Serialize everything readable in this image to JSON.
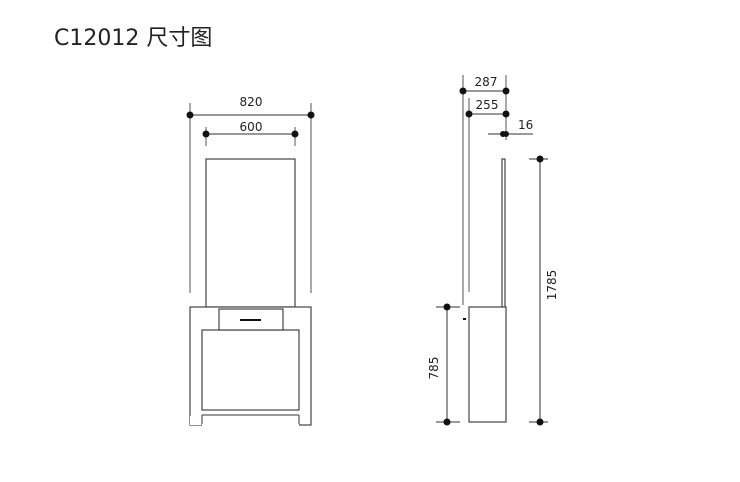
{
  "title": "C12012 尺寸图",
  "front_view": {
    "dimensions": {
      "overall_width": "820",
      "mirror_width": "600"
    }
  },
  "side_view": {
    "dimensions": {
      "overall_depth": "287",
      "cabinet_depth": "255",
      "mirror_thickness": "16",
      "cabinet_height": "785",
      "overall_height": "1785"
    }
  },
  "colors": {
    "line": "#333333",
    "dot": "#111111"
  }
}
